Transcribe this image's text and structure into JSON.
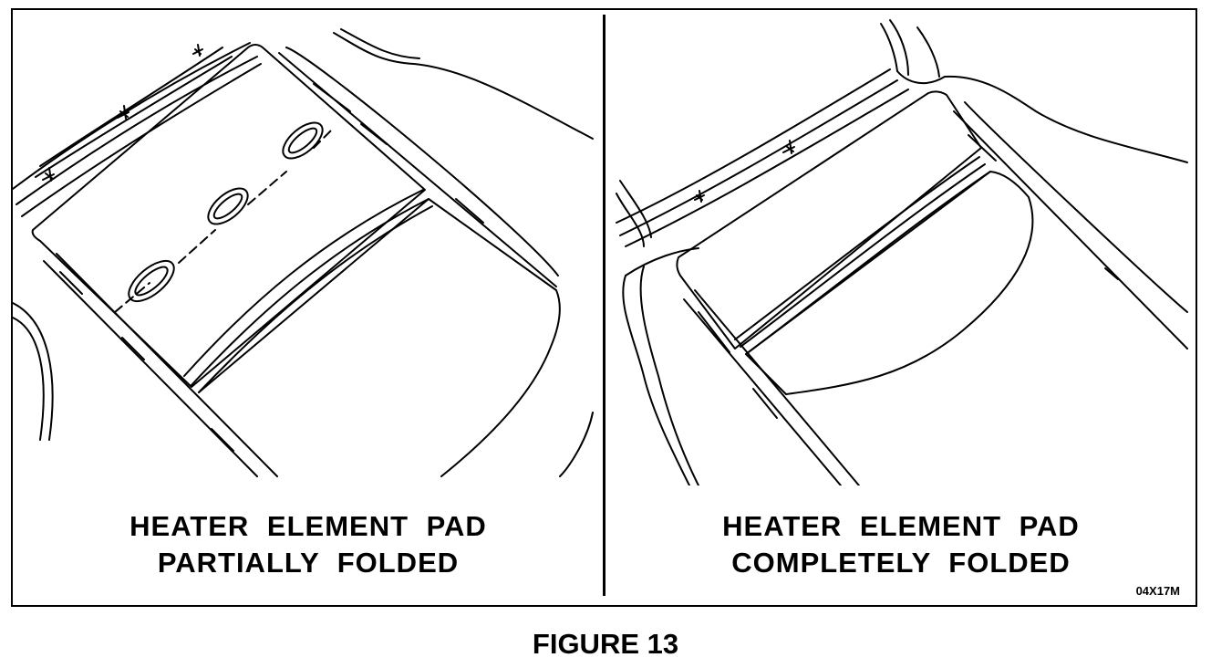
{
  "left_panel": {
    "caption_line1": "HEATER ELEMENT PAD",
    "caption_line2": "PARTIALLY FOLDED"
  },
  "right_panel": {
    "caption_line1": "HEATER ELEMENT PAD",
    "caption_line2": "COMPLETELY FOLDED"
  },
  "drawing_code": "04X17M",
  "figure_label": "FIGURE 13",
  "colors": {
    "line": "#000000",
    "background": "#ffffff"
  }
}
